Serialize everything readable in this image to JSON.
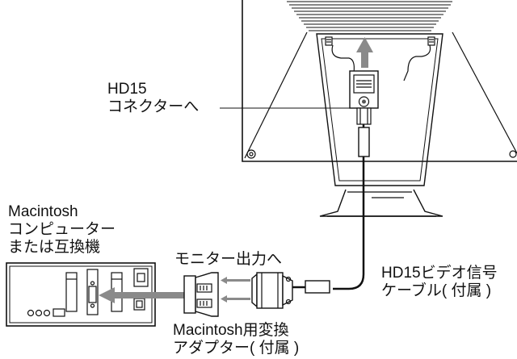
{
  "labels": {
    "hd15_connector": [
      "HD15",
      "コネクターへ"
    ],
    "computer": [
      "Macintosh",
      "コンピューター",
      "または互換機"
    ],
    "monitor_output": "モニター出力へ",
    "video_cable": [
      "HD15ビデオ信号",
      "ケーブル( 付属 )"
    ],
    "adapter": [
      "Macintosh用変換",
      "アダプター( 付属 )"
    ]
  },
  "colors": {
    "line": "#111111",
    "arrow": "#8a8a8a",
    "fill": "#ffffff"
  }
}
